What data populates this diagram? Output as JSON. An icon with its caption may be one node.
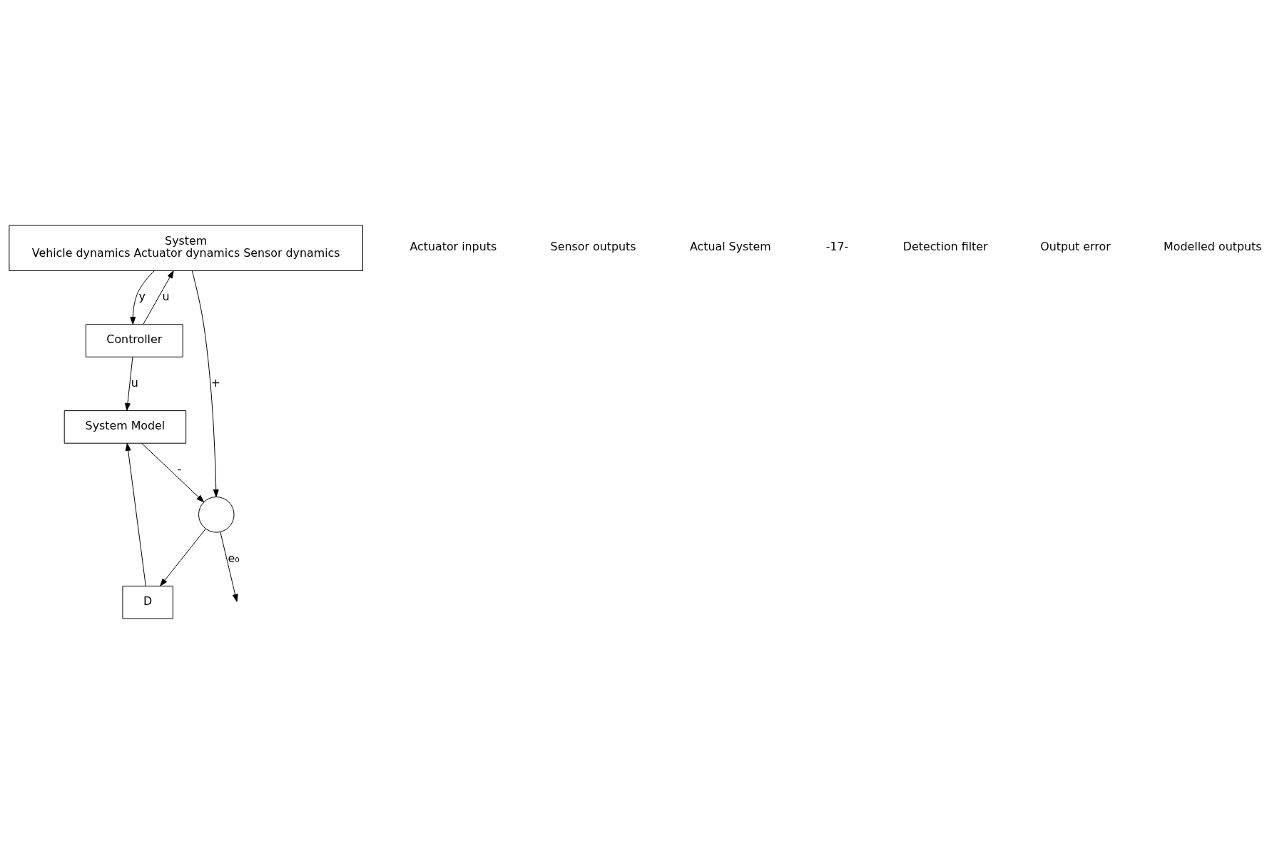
{
  "diagram": {
    "nodes": [
      {
        "text": [
          "System",
          "Vehicle dynamics Actuator dynamics Sensor dynamics"
        ]
      },
      {
        "text": [
          "Controller"
        ]
      },
      {
        "text": [
          "D"
        ]
      },
      {
        "text": [],
        "shape": "circle"
      },
      {
        "text": [
          "System Model"
        ]
      }
    ],
    "edges": [
      {
        "from": 1,
        "to": 0,
        "arrow": "to",
        "label": "u"
      },
      {
        "from": 0,
        "to": 1,
        "arrow": "to",
        "label": "y"
      },
      {
        "from": 0,
        "to": 3,
        "arrow": "to",
        "label": "+"
      },
      {
        "from": 3,
        "to": 2,
        "arrow": "to"
      },
      {
        "from": 2,
        "to": 4,
        "arrow": "to"
      },
      {
        "from": 1,
        "to": 4,
        "arrow": "to",
        "label": "u"
      },
      {
        "from": 4,
        "to": 3,
        "arrow": "to",
        "label": "-"
      },
      {
        "from": 3,
        "to": null,
        "arrow": "to",
        "label": "e₀"
      }
    ],
    "labels": [
      "Actuator inputs",
      "Sensor outputs",
      "Actual System",
      "-17-",
      "Detection filter",
      "Output error",
      "Modelled outputs"
    ]
  }
}
